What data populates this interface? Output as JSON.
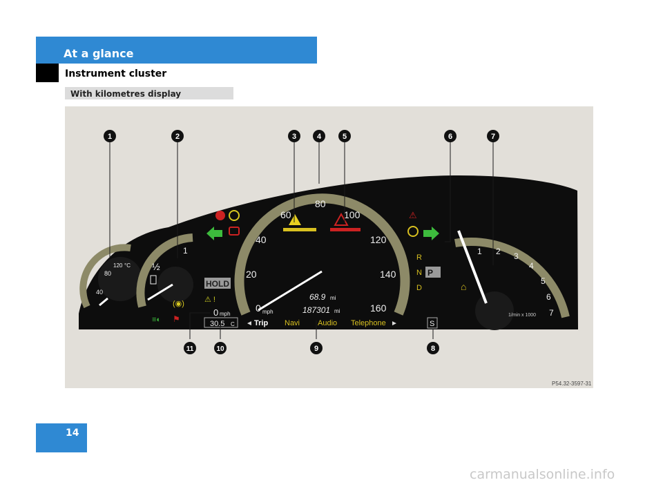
{
  "header": {
    "section": "At a glance",
    "subsection": "Instrument cluster"
  },
  "figure_caption": "With kilometres display",
  "figure_ref": "P54.32-3597-31",
  "callouts": [
    "1",
    "2",
    "3",
    "4",
    "5",
    "6",
    "7",
    "8",
    "9",
    "10",
    "11"
  ],
  "speedometer": {
    "ticks": [
      "0",
      "20",
      "40",
      "60",
      "80",
      "100",
      "120",
      "140",
      "160"
    ],
    "unit": "mph",
    "trip": "68.9",
    "odometer": "187301",
    "odo_unit": "mi",
    "speed": "0",
    "speed_unit": "mph"
  },
  "temp_gauge": {
    "ticks": [
      "40",
      "80",
      "120"
    ],
    "unit": "°C"
  },
  "fuel_gauge": {
    "full": "1",
    "half": "½"
  },
  "tacho": {
    "ticks": [
      "1",
      "2",
      "3",
      "4",
      "5",
      "6",
      "7"
    ],
    "unit": "1/min x 1000"
  },
  "gear": {
    "letters": [
      "R",
      "N",
      "D"
    ],
    "selected": "P"
  },
  "display": {
    "hold": "HOLD",
    "outside_temp": "30.5",
    "temp_unit": "C",
    "s_mode": "S"
  },
  "menu": {
    "trip": "Trip",
    "navi": "Navi",
    "audio": "Audio",
    "telephone": "Telephone"
  },
  "footer": {
    "page": "14",
    "watermark": "carmanualsonline.info"
  }
}
